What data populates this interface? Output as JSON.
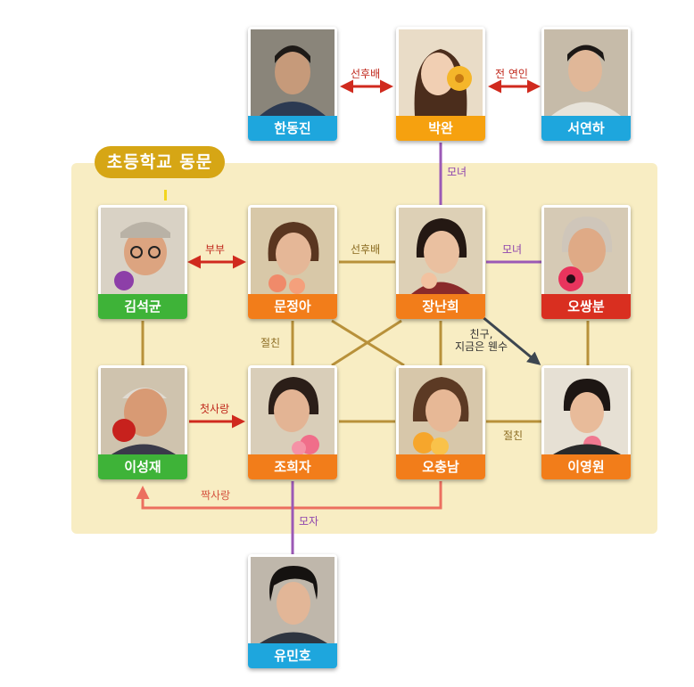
{
  "group_label": "초등학교 동문",
  "colors": {
    "blue": "#1ea6dd",
    "yellow": "#f6a10f",
    "green": "#3eb338",
    "orange": "#f27d1a",
    "red": "#d92f20",
    "friend_line": "#b8913a",
    "family_line": "#9b59b6",
    "love_arrow": "#d02a1e",
    "unrequited_line": "#ec6f5f",
    "friend_arrow": "#3d4650",
    "group_bg": "#f8edc3",
    "group_badge": "#d6a615"
  },
  "characters": [
    {
      "id": "han",
      "name": "한동진",
      "color": "blue"
    },
    {
      "id": "park",
      "name": "박완",
      "color": "yellow"
    },
    {
      "id": "seo",
      "name": "서연하",
      "color": "blue"
    },
    {
      "id": "kim",
      "name": "김석균",
      "color": "green"
    },
    {
      "id": "moon",
      "name": "문정아",
      "color": "orange"
    },
    {
      "id": "jang",
      "name": "장난희",
      "color": "orange"
    },
    {
      "id": "oh_ss",
      "name": "오쌍분",
      "color": "red"
    },
    {
      "id": "lee_sj",
      "name": "이성재",
      "color": "green"
    },
    {
      "id": "jo",
      "name": "조희자",
      "color": "orange"
    },
    {
      "id": "oh_cn",
      "name": "오충남",
      "color": "orange"
    },
    {
      "id": "lee_yw",
      "name": "이영원",
      "color": "orange"
    },
    {
      "id": "yoo",
      "name": "유민호",
      "color": "blue"
    }
  ],
  "relations": {
    "han_park": "선후배",
    "park_seo": "전 연인",
    "park_jang": "모녀",
    "kim_moon": "부부",
    "moon_jang": "선후배",
    "jang_ohss": "모녀",
    "moon_jo": "절친",
    "jang_leeyw": "친구,\n지금은 웬수",
    "leesj_jo": "첫사랑",
    "ohcn_leeyw": "절친",
    "ohcn_leesj": "짝사랑",
    "jo_yoo": "모자"
  }
}
